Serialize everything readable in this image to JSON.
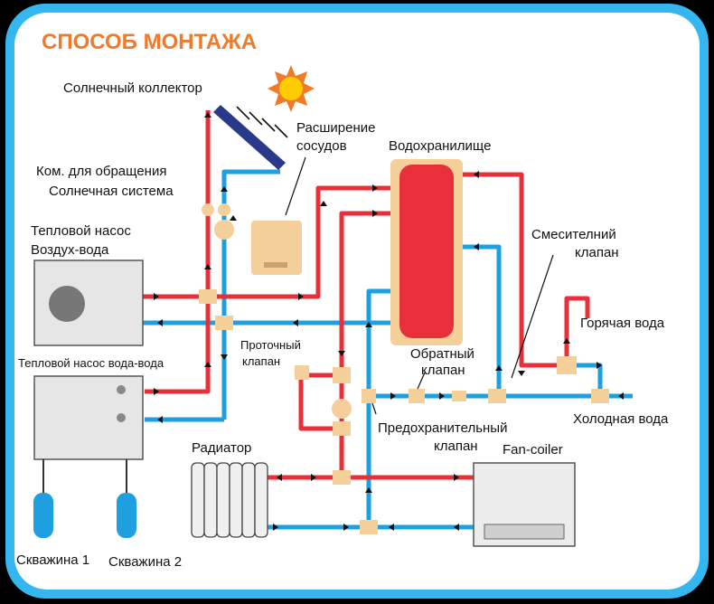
{
  "title": "СПОСОБ МОНТАЖА",
  "labels": {
    "solar_collector": "Солнечный коллектор",
    "expansion_1": "Расширение",
    "expansion_2": "сосудов",
    "storage": "Водохранилище",
    "circ_1": "Ком. для  обращения",
    "circ_2": "Солнечная система",
    "air_pump_1": "Тепловой насос",
    "air_pump_2": "Воздух-вода",
    "mixing_1": "Смесителний",
    "mixing_2": "клапан",
    "hot_water": "Горячая вода",
    "flow_valve_1": "Проточный",
    "flow_valve_2": "клапан",
    "return_valve_1": "Обратный",
    "return_valve_2": "клапан",
    "water_pump": "Тепловой насос вода-вода",
    "cold_water": "Холодная вода",
    "safety_1": "Предохранительный",
    "safety_2": "клапан",
    "radiator": "Радиатор",
    "fan_coil": "Fan-coiler",
    "well_1": "Скважина 1",
    "well_2": "Скважина 2"
  },
  "colors": {
    "hot": "#e8303a",
    "cold": "#1e9fe0",
    "fitting": "#f5cf9a",
    "frame": "#35b6ef",
    "tank": "#e8303a",
    "title": "#f07a2a"
  }
}
